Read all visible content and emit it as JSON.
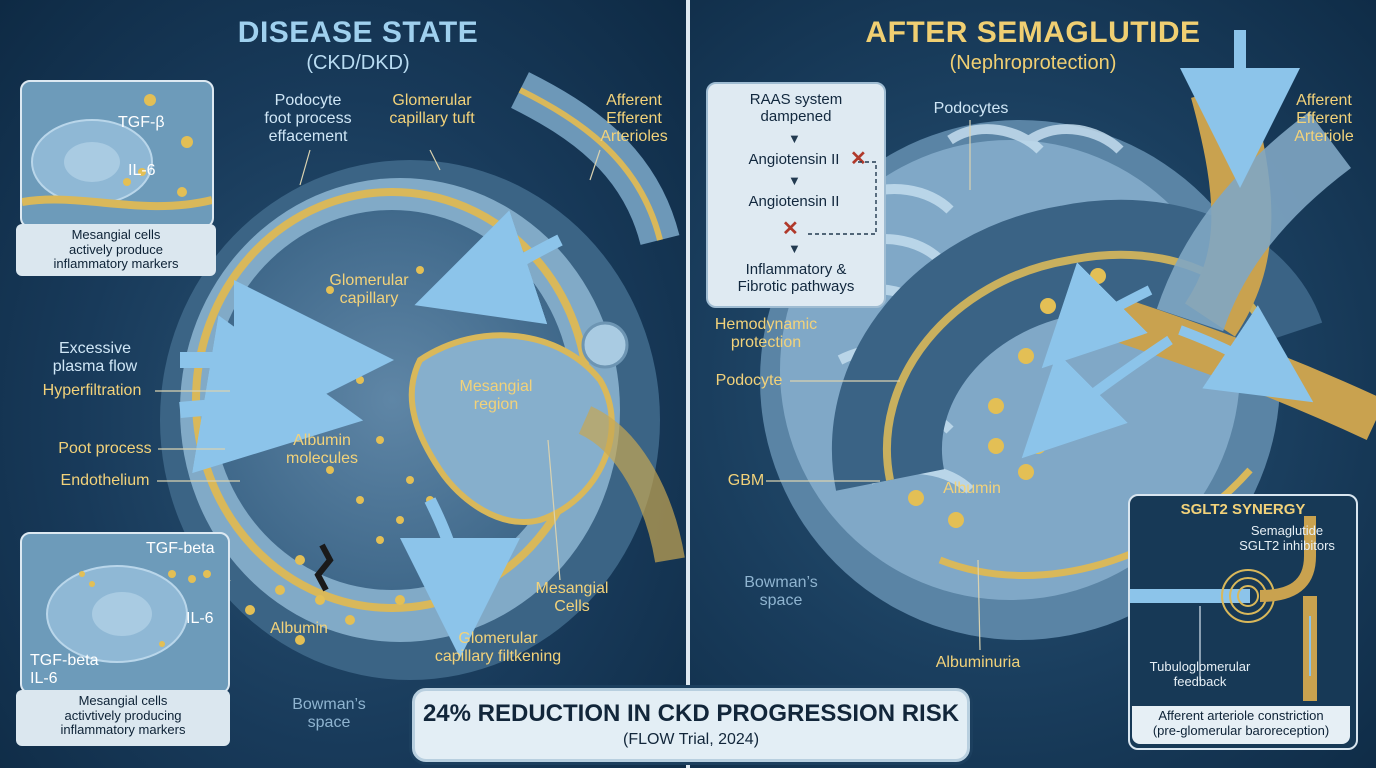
{
  "left": {
    "title": "DISEASE STATE",
    "subtitle": "(CKD/DKD)",
    "labels": {
      "podocyte_effacement": "Podocyte\nfoot process\neffacement",
      "glomerular_tuft": "Glomerular\ncapillary tuft",
      "afferent_efferent": "Afferent\nEfferent\nArterioles",
      "glomerular_capillary": "Glomerular\ncapillary",
      "excessive_flow": "Excessive\nplasma flow",
      "hyperfiltration": "Hyperfiltration",
      "mesangial_region": "Mesangial\nregion",
      "poot_process": "Poot process",
      "endothelium": "Endothelium",
      "albumin_molecules": "Albumin\nmolecules",
      "mesangial_cells": "Mesangial\nCells",
      "albumin": "Albumin",
      "glomerular_filtkening": "Glomerular\ncapillary filtkening",
      "bowmans_space": "Bowman’s\nspace"
    },
    "inset_top": {
      "tgf": "TGF-β",
      "il6": "IL-6",
      "caption": "Mesangial cells\nactively produce\ninflammatory markers"
    },
    "inset_bottom": {
      "tgf": "TGF-beta",
      "il6": "IL-6",
      "tgf_il6": "TGF-beta\nIL-6",
      "caption": "Mesangial cells\nactivtively producing\ninflammatory markers"
    }
  },
  "right": {
    "title": "AFTER SEMAGLUTIDE",
    "subtitle": "(Nephroprotection)",
    "raas": {
      "title": "RAAS system\ndampened",
      "step1": "Angiotensin II",
      "step2": "Angiotensin II",
      "step3": "Inflammatory &\nFibrotic pathways"
    },
    "labels": {
      "podocytes": "Podocytes",
      "afferent_efferent": "Afferent\nEfferent\nArteriole",
      "hemodynamic": "Hemodynamic\nprotection",
      "podocyte": "Podocyte",
      "gbm": "GBM",
      "albumin": "Albumin",
      "bowmans_space": "Bowman’s\nspace",
      "albuminuria": "Albuminuria"
    },
    "sglt2": {
      "title": "SGLT2 SYNERGY",
      "drugs": "Semaglutide\nSGLT2 inhibitors",
      "feedback": "Tubuloglomerular\nfeedback",
      "caption": "Afferent arteriole constriction\n(pre-glomerular baroreception)"
    }
  },
  "banner": {
    "main": "24% REDUCTION IN CKD PROGRESSION RISK",
    "sub": "(FLOW Trial, 2024)"
  },
  "colors": {
    "navy": "#0e2a44",
    "tissue": "#7fa9c6",
    "gold": "#e8c25a",
    "arrow_blue": "#7bb7e0"
  }
}
